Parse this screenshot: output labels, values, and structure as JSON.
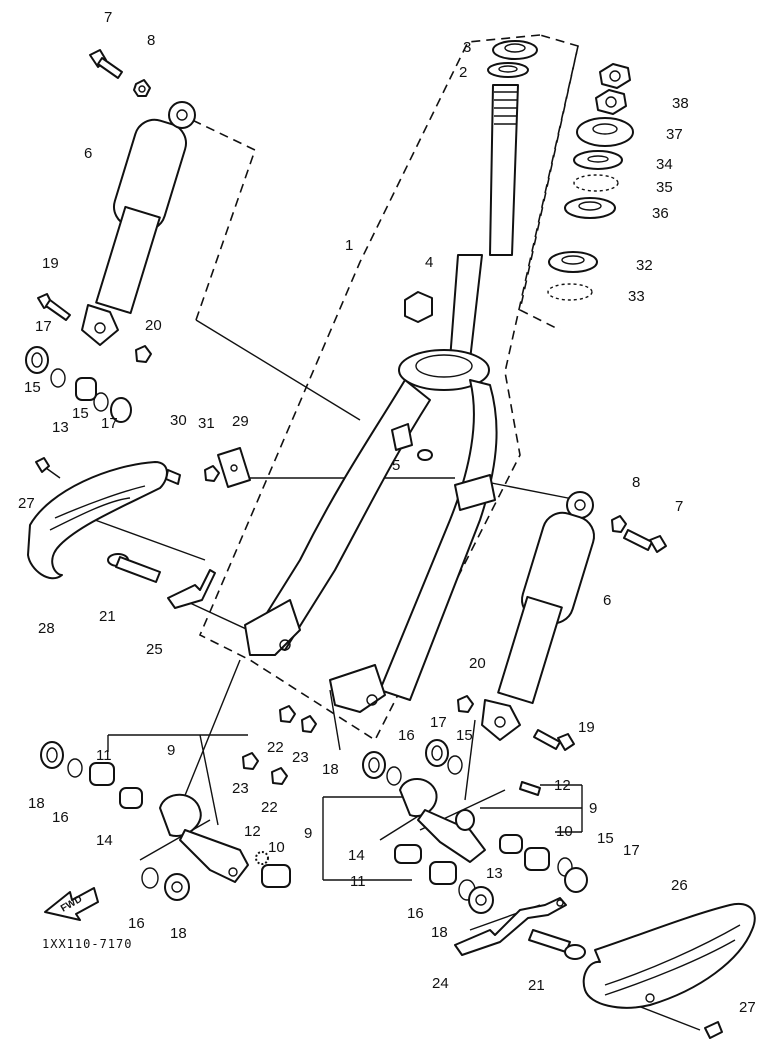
{
  "diagram": {
    "drawing_code": "1XX110-7170",
    "forward_marker": "FWD",
    "callouts": [
      {
        "id": "c7a",
        "text": "7"
      },
      {
        "id": "c8a",
        "text": "8"
      },
      {
        "id": "c6a",
        "text": "6"
      },
      {
        "id": "c19a",
        "text": "19"
      },
      {
        "id": "c17a",
        "text": "17"
      },
      {
        "id": "c20a",
        "text": "20"
      },
      {
        "id": "c15a",
        "text": "15"
      },
      {
        "id": "c13a",
        "text": "13"
      },
      {
        "id": "c15b",
        "text": "15"
      },
      {
        "id": "c17b",
        "text": "17"
      },
      {
        "id": "c27a",
        "text": "27"
      },
      {
        "id": "c30",
        "text": "30"
      },
      {
        "id": "c31",
        "text": "31"
      },
      {
        "id": "c29",
        "text": "29"
      },
      {
        "id": "c28",
        "text": "28"
      },
      {
        "id": "c21a",
        "text": "21"
      },
      {
        "id": "c25",
        "text": "25"
      },
      {
        "id": "c1",
        "text": "1"
      },
      {
        "id": "c3",
        "text": "3"
      },
      {
        "id": "c2",
        "text": "2"
      },
      {
        "id": "c4",
        "text": "4"
      },
      {
        "id": "c5",
        "text": "5"
      },
      {
        "id": "c38",
        "text": "38"
      },
      {
        "id": "c37",
        "text": "37"
      },
      {
        "id": "c34",
        "text": "34"
      },
      {
        "id": "c35",
        "text": "35"
      },
      {
        "id": "c36",
        "text": "36"
      },
      {
        "id": "c32",
        "text": "32"
      },
      {
        "id": "c33",
        "text": "33"
      },
      {
        "id": "c8b",
        "text": "8"
      },
      {
        "id": "c7b",
        "text": "7"
      },
      {
        "id": "c6b",
        "text": "6"
      },
      {
        "id": "c20b",
        "text": "20"
      },
      {
        "id": "c19b",
        "text": "19"
      },
      {
        "id": "c17c",
        "text": "17"
      },
      {
        "id": "c15c",
        "text": "15"
      },
      {
        "id": "c16a",
        "text": "16"
      },
      {
        "id": "c18a",
        "text": "18"
      },
      {
        "id": "c22a",
        "text": "22"
      },
      {
        "id": "c23a",
        "text": "23"
      },
      {
        "id": "c23b",
        "text": "23"
      },
      {
        "id": "c22b",
        "text": "22"
      },
      {
        "id": "c11a",
        "text": "11"
      },
      {
        "id": "c9a",
        "text": "9"
      },
      {
        "id": "c18b",
        "text": "18"
      },
      {
        "id": "c16b",
        "text": "16"
      },
      {
        "id": "c14a",
        "text": "14"
      },
      {
        "id": "c12a",
        "text": "12"
      },
      {
        "id": "c10a",
        "text": "10"
      },
      {
        "id": "c16c",
        "text": "16"
      },
      {
        "id": "c18c",
        "text": "18"
      },
      {
        "id": "c12b",
        "text": "12"
      },
      {
        "id": "c9b",
        "text": "9"
      },
      {
        "id": "c9c",
        "text": "9"
      },
      {
        "id": "c10b",
        "text": "10"
      },
      {
        "id": "c15d",
        "text": "15"
      },
      {
        "id": "c17d",
        "text": "17"
      },
      {
        "id": "c14b",
        "text": "14"
      },
      {
        "id": "c13b",
        "text": "13"
      },
      {
        "id": "c11b",
        "text": "11"
      },
      {
        "id": "c16d",
        "text": "16"
      },
      {
        "id": "c18d",
        "text": "18"
      },
      {
        "id": "c26",
        "text": "26"
      },
      {
        "id": "c24",
        "text": "24"
      },
      {
        "id": "c21b",
        "text": "21"
      },
      {
        "id": "c27b",
        "text": "27"
      }
    ]
  }
}
